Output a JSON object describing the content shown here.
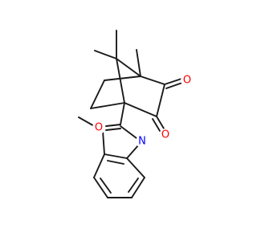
{
  "molecule": {
    "atoms": {
      "o_ketone_top": {
        "symbol": "O",
        "color": "#ff0000"
      },
      "o_ketone_bottom": {
        "symbol": "O",
        "color": "#ff0000"
      },
      "o_amide": {
        "symbol": "O",
        "color": "#ff0000"
      },
      "n_amide": {
        "symbol": "N",
        "color": "#0000ff"
      }
    }
  }
}
